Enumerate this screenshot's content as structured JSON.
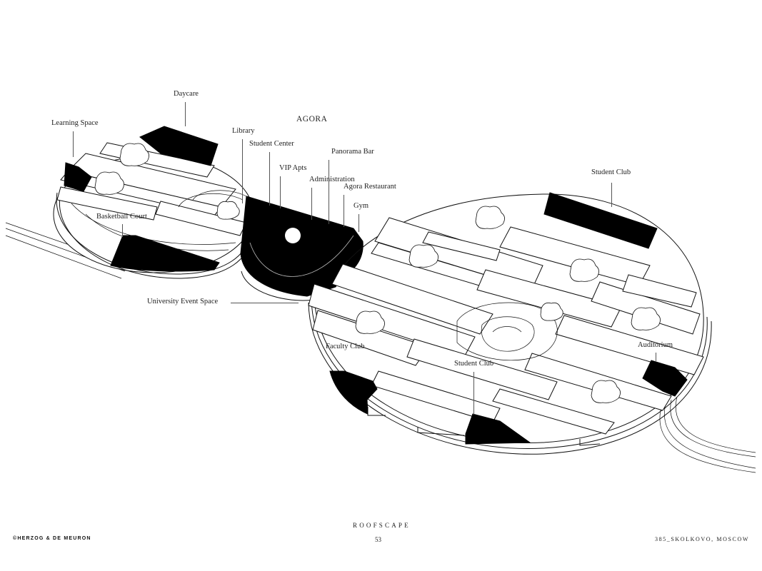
{
  "title": "AGORA",
  "labels": {
    "daycare": "Daycare",
    "learning_space": "Learning Space",
    "library": "Library",
    "student_center": "Student Center",
    "vip_apts": "VIP Apts",
    "panorama_bar": "Panorama Bar",
    "administration": "Administration",
    "agora_restaurant": "Agora Restaurant",
    "gym": "Gym",
    "basketball_court": "Basketball Court",
    "university_event_space": "University Event Space",
    "student_club_top": "Student Club",
    "faculty_club": "Faculty Club",
    "student_club_bottom": "Student Club",
    "auditorium": "Auditorium"
  },
  "footer": {
    "section": "ROOFSCAPE",
    "page_number": "53",
    "copyright": "©HERZOG & DE MEURON",
    "project": "385_SKOLKOVO, MOSCOW"
  },
  "colors": {
    "highlight": "#000000",
    "linework": "#111111",
    "background": "#ffffff"
  }
}
